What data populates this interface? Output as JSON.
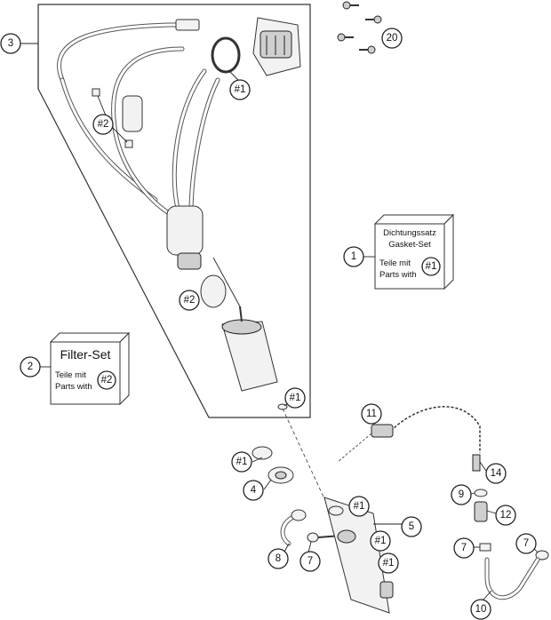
{
  "callouts": {
    "c1": "1",
    "c2": "2",
    "c3": "3",
    "c4": "4",
    "c5": "5",
    "c7a": "7",
    "c7b": "7",
    "c7c": "7",
    "c8": "8",
    "c9": "9",
    "c10": "10",
    "c11": "11",
    "c12": "12",
    "c14": "14",
    "c20": "20",
    "r1a": "#1",
    "r1b": "#1",
    "r1c": "#1",
    "r1d": "#1",
    "r1e": "#1",
    "r1f": "#1",
    "r2a": "#2",
    "r2b": "#2"
  },
  "gasket_box": {
    "line1": "Dichtungssatz",
    "line2": "Gasket-Set",
    "line3": "Teile mit",
    "line4": "Parts with",
    "ref": "#1"
  },
  "filter_box": {
    "title": "Filter-Set",
    "line1": "Teile mit",
    "line2": "Parts with",
    "ref": "#2"
  }
}
